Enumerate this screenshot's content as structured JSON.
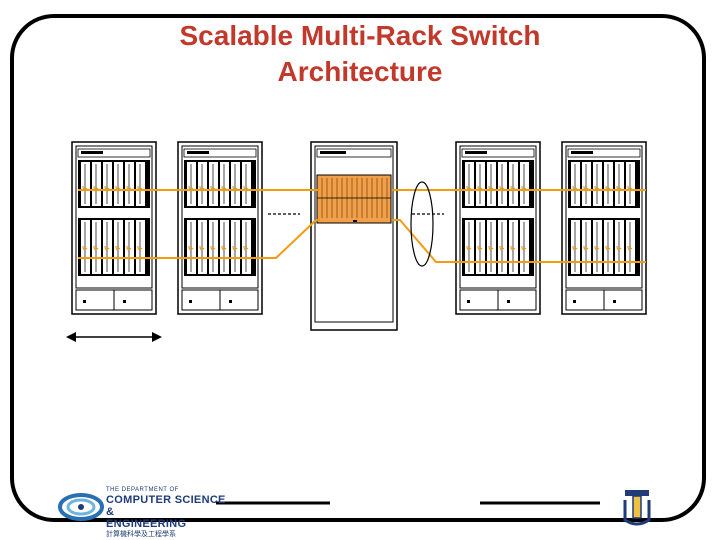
{
  "slide": {
    "title_line1": "Scalable Multi-Rack Switch",
    "title_line2": "Architecture"
  },
  "dept_logo": {
    "line1": "THE DEPARTMENT OF",
    "line2": "COMPUTER SCIENCE &",
    "line3": "ENGINEERING",
    "line4": "計算機科學及工程學系"
  },
  "colors": {
    "title": "#c0392b",
    "link": "#f39c12",
    "switch_fabric": "#f0a04b"
  }
}
